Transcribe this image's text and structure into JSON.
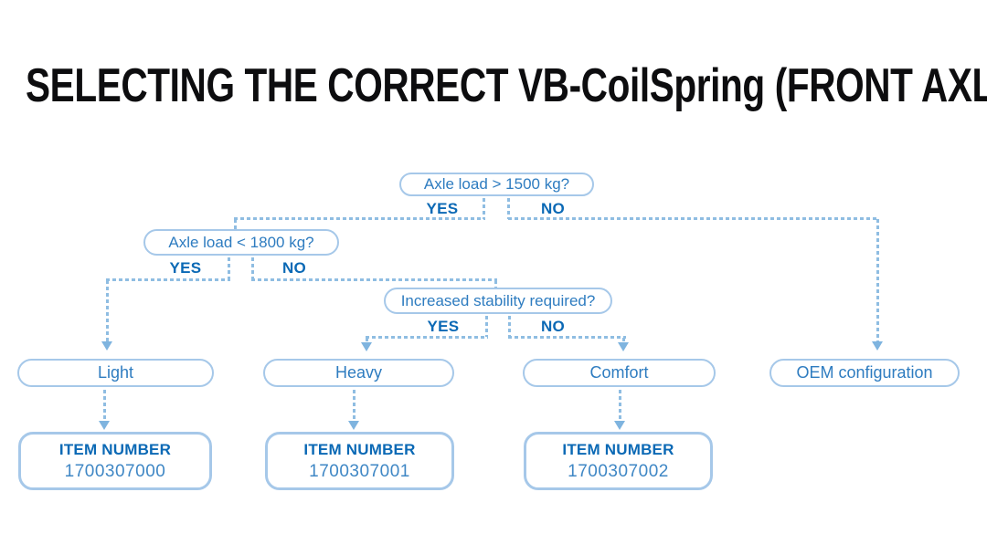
{
  "title": "SELECTING THE CORRECT VB-CoilSpring (FRONT AXLE)",
  "diagram": {
    "questions": [
      {
        "id": "q1",
        "label": "Axle load > 1500 kg?",
        "yes_label": "YES",
        "no_label": "NO"
      },
      {
        "id": "q2",
        "label": "Axle load < 1800 kg?",
        "yes_label": "YES",
        "no_label": "NO"
      },
      {
        "id": "q3",
        "label": "Increased stability required?",
        "yes_label": "YES",
        "no_label": "NO"
      }
    ],
    "outcomes": [
      {
        "label": "Light",
        "item_heading": "ITEM NUMBER",
        "item_number": "1700307000"
      },
      {
        "label": "Heavy",
        "item_heading": "ITEM NUMBER",
        "item_number": "1700307001"
      },
      {
        "label": "Comfort",
        "item_heading": "ITEM NUMBER",
        "item_number": "1700307002"
      },
      {
        "label": "OEM configuration"
      }
    ],
    "edges": [
      {
        "from": "Axle load > 1500 kg?",
        "answer": "YES",
        "to": "Axle load < 1800 kg?"
      },
      {
        "from": "Axle load > 1500 kg?",
        "answer": "NO",
        "to": "OEM configuration"
      },
      {
        "from": "Axle load < 1800 kg?",
        "answer": "YES",
        "to": "Light"
      },
      {
        "from": "Axle load < 1800 kg?",
        "answer": "NO",
        "to": "Increased stability required?"
      },
      {
        "from": "Increased stability required?",
        "answer": "YES",
        "to": "Heavy"
      },
      {
        "from": "Increased stability required?",
        "answer": "NO",
        "to": "Comfort"
      }
    ],
    "colors": {
      "title_text": "#0d0d0f",
      "question_text": "#2e7cc0",
      "decision_label_text": "#0b69b5",
      "item_number_text": "#3f87c5",
      "box_border": "#a6c8e9",
      "connector": "#8fbde2",
      "arrow": "#7fb4df",
      "background": "#ffffff"
    }
  }
}
